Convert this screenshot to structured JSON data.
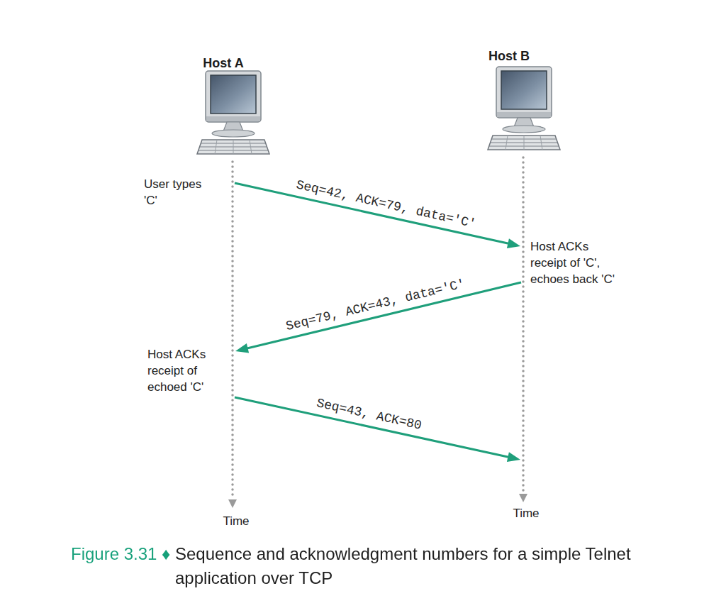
{
  "diagram": {
    "caption": "Figure 3.31 ♦ Sequence and acknowledgment numbers for a simple Telnet application over TCP",
    "nodes": [
      {
        "text": [
          "Host A"
        ]
      },
      {
        "text": [
          "Host B"
        ]
      }
    ],
    "edges": [
      {
        "from": 0,
        "to": 1,
        "arrow": "to",
        "label": "Seq=42, ACK=79, data='C'"
      },
      {
        "from": 1,
        "to": 0,
        "arrow": "to",
        "label": "Seq=79, ACK=43, data='C'"
      },
      {
        "from": 0,
        "to": 1,
        "arrow": "to",
        "label": "Seq=43, ACK=80"
      }
    ],
    "labels": [
      "User types 'C'",
      "Host ACKs receipt of 'C', echoes back 'C'",
      "Host ACKs receipt of echoed 'C'",
      "Time",
      "Time"
    ]
  }
}
